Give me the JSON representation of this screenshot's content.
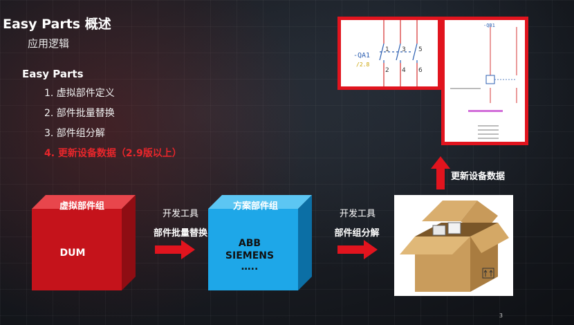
{
  "header": {
    "title": "Easy Parts 概述",
    "subtitle": "应用逻辑"
  },
  "section": {
    "heading": "Easy Parts",
    "items": [
      "1.  虚拟部件定义",
      "2.  部件批量替换",
      "3.  部件组分解",
      "4.  更新设备数据（2.9版以上）"
    ],
    "highlight_index": 3
  },
  "flow": {
    "virtual_group": {
      "label": "虚拟部件组",
      "content": "DUM"
    },
    "step1": {
      "tool": "开发工具",
      "action": "部件批量替换"
    },
    "scheme_group": {
      "label": "方案部件组",
      "lines": [
        "ABB",
        "SIEMENS",
        "….."
      ]
    },
    "step2": {
      "tool": "开发工具",
      "action": "部件组分解"
    },
    "update_label": "更新设备数据"
  },
  "schematic": {
    "breaker_tag": "-QA1",
    "breaker_ref": "/2.8",
    "terminals_top": [
      "1",
      "3",
      "5"
    ],
    "terminals_bottom": [
      "2",
      "4",
      "6"
    ],
    "relay_tag": "-QB1"
  },
  "page_number": "3",
  "colors": {
    "accent_red": "#e1141e",
    "virtual_cube": "#c5131b",
    "scheme_cube": "#1ea7e8",
    "box": "#c99c5c"
  }
}
